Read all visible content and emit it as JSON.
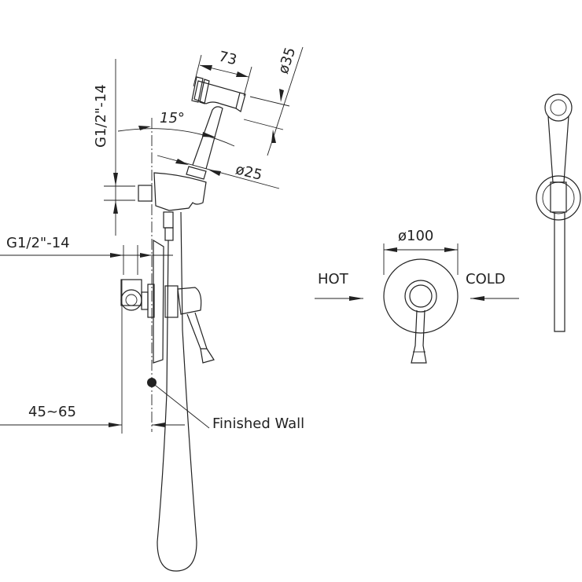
{
  "drawing": {
    "side_view": {
      "dim_thread_vertical": "G1/2\"-14",
      "dim_thread_horizontal": "G1/2\"-14",
      "dim_length": "73",
      "dim_head_diameter": "ø35",
      "dim_angle": "15°",
      "dim_handle_diameter": "ø25",
      "dim_depth": "45~65",
      "finished_wall_label": "Finished Wall"
    },
    "front_view": {
      "dim_plate_diameter": "ø100",
      "hot_label": "HOT",
      "cold_label": "COLD"
    }
  }
}
